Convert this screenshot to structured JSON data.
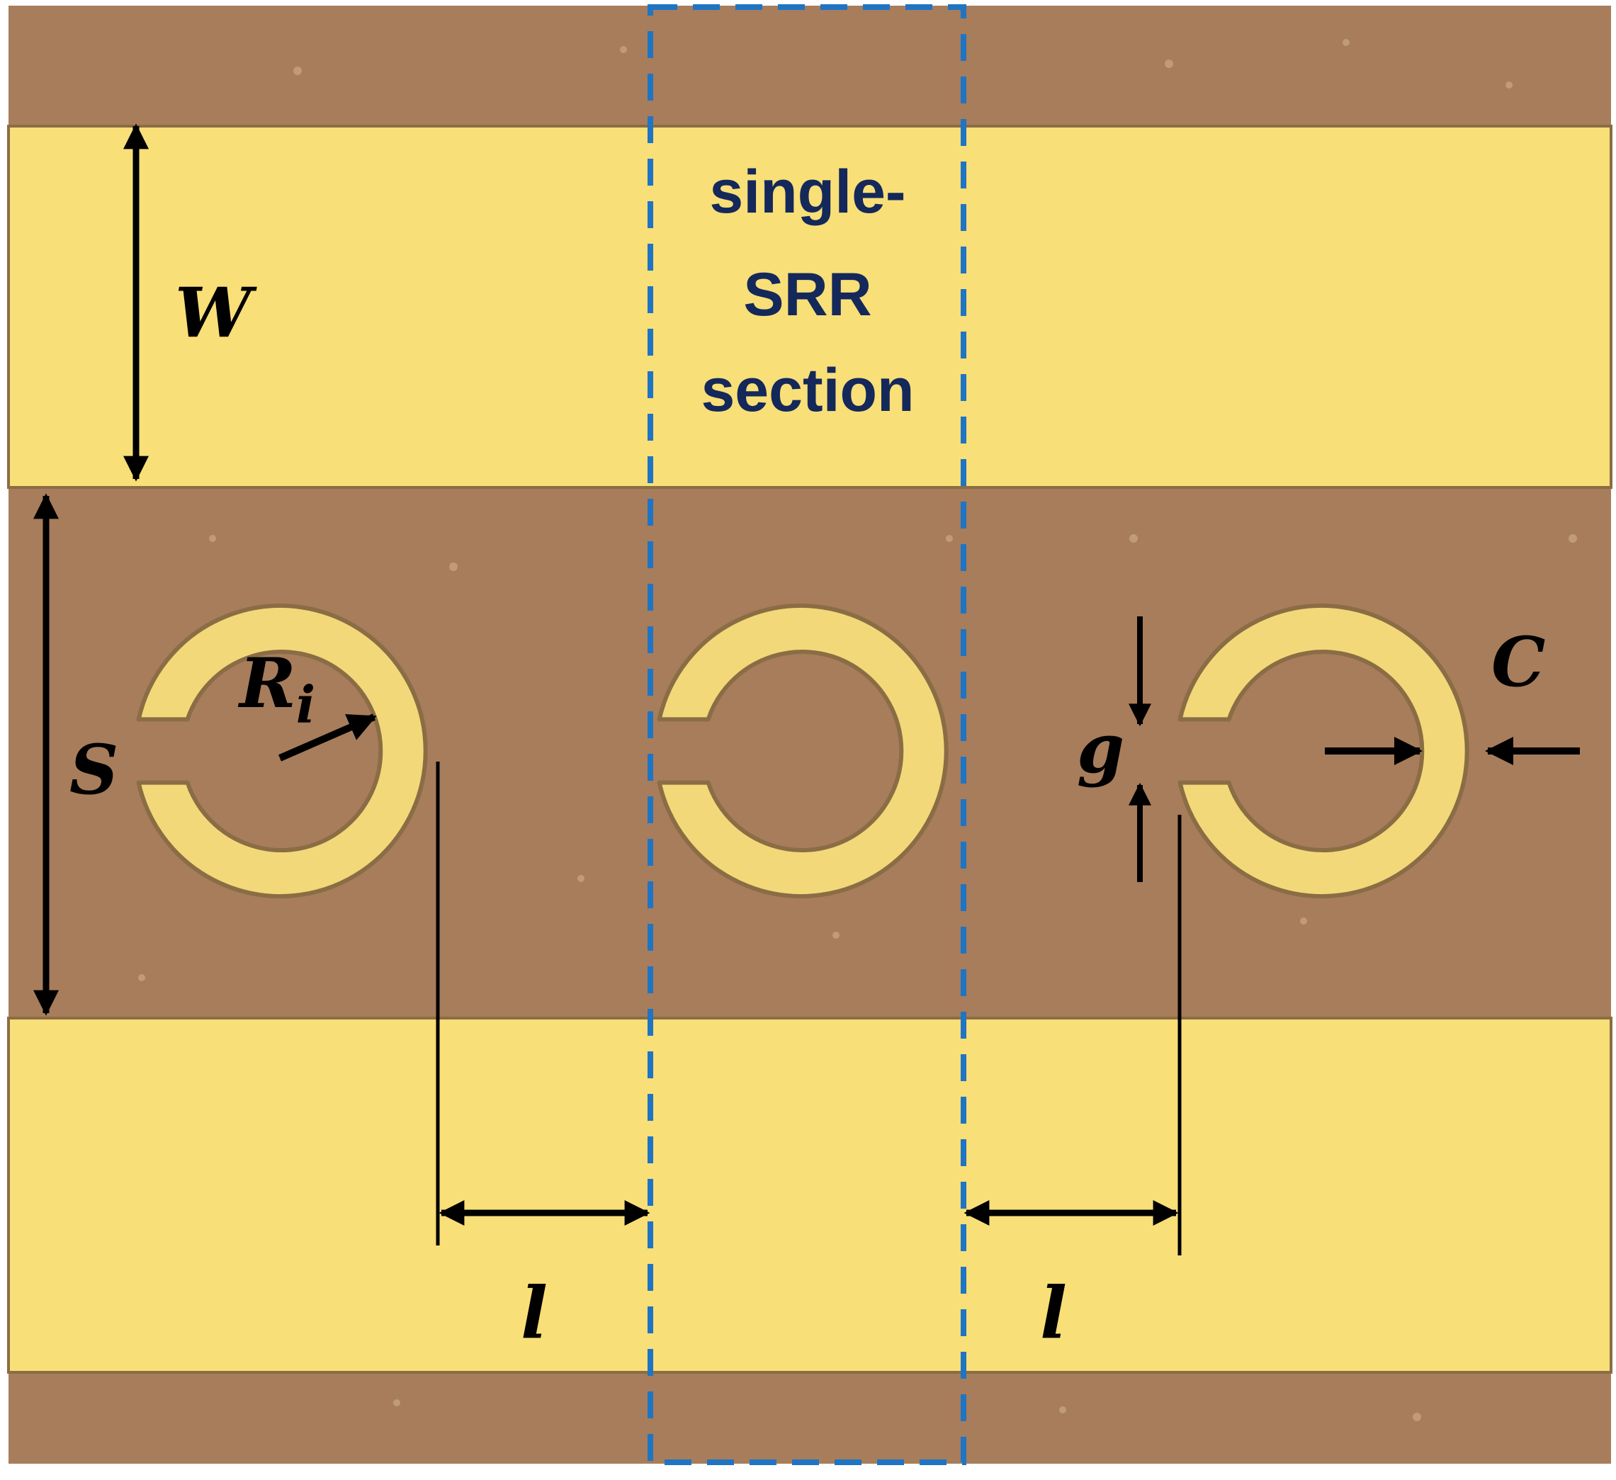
{
  "labels": {
    "width": "W",
    "spacing": "S",
    "inner_radius": "R",
    "inner_radius_sub": "i",
    "gap": "g",
    "ring_width": "C",
    "period_left": "l",
    "period_right": "l"
  },
  "section_label": {
    "line1": "single-",
    "line2": "SRR",
    "line3": "section"
  },
  "colors": {
    "substrate": "#a87d5b",
    "metal": "#f8df78",
    "ring": "#f2d879",
    "ring_edge": "#8a6d44",
    "section_box": "#1f74c4",
    "section_text": "#14285a",
    "annotation": "#000000"
  }
}
